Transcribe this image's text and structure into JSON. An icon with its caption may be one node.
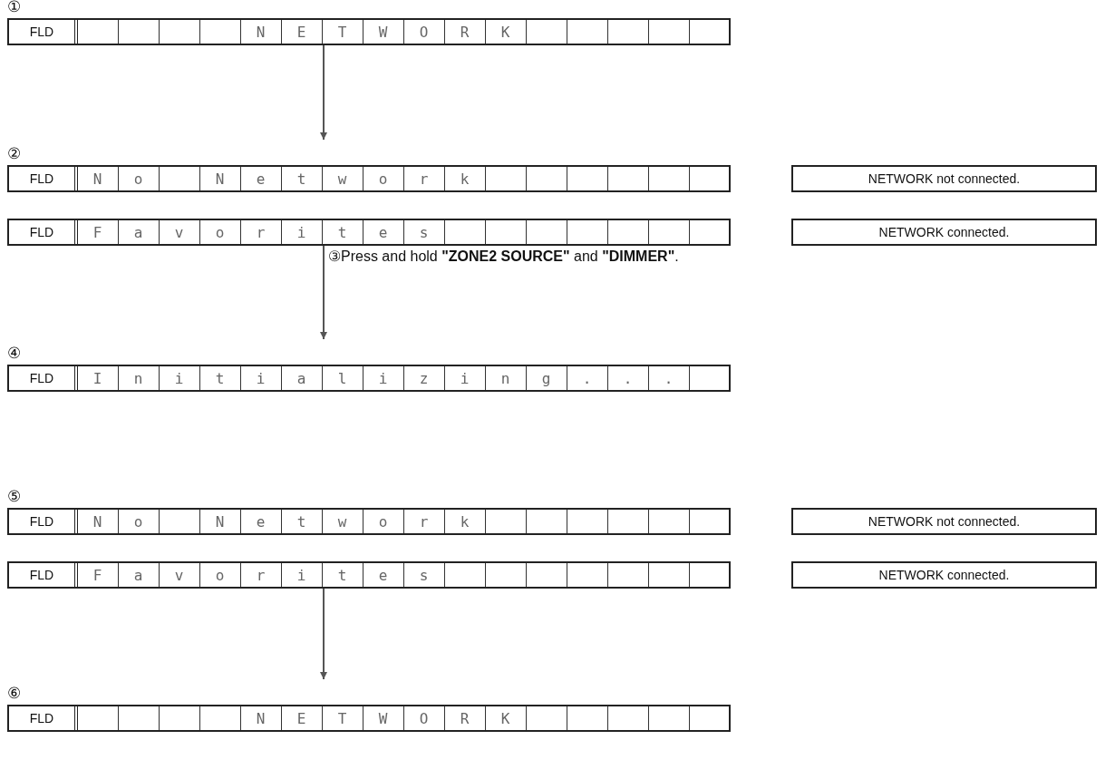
{
  "diagram": {
    "nodes": [
      {
        "text": [
          "FLD",
          "NETWORK"
        ],
        "beside": [
          "①"
        ]
      },
      {
        "text": [
          "FLD",
          "No Network"
        ],
        "beside": [
          "②"
        ]
      },
      {
        "text": [
          "NETWORK not connected."
        ]
      },
      {
        "text": [
          "FLD",
          "Favorites"
        ]
      },
      {
        "text": [
          "NETWORK connected."
        ]
      },
      {
        "text": [
          "FLD",
          "Initializing..."
        ],
        "beside": [
          "④"
        ]
      },
      {
        "text": [
          "FLD",
          "No Network"
        ],
        "beside": [
          "⑤"
        ]
      },
      {
        "text": [
          "NETWORK not connected."
        ]
      },
      {
        "text": [
          "FLD",
          "Favorites"
        ]
      },
      {
        "text": [
          "NETWORK connected."
        ]
      },
      {
        "text": [
          "FLD",
          "NETWORK"
        ],
        "beside": [
          "⑥"
        ]
      }
    ],
    "edges": [
      {
        "from": 0,
        "to": 1,
        "arrow": "to"
      },
      {
        "from": 3,
        "to": 5,
        "arrow": "to",
        "label": "③Press and hold **\"ZONE2 SOURCE\"** and **\"DIMMER\"**."
      },
      {
        "from": 8,
        "to": 10,
        "arrow": "to"
      }
    ]
  }
}
